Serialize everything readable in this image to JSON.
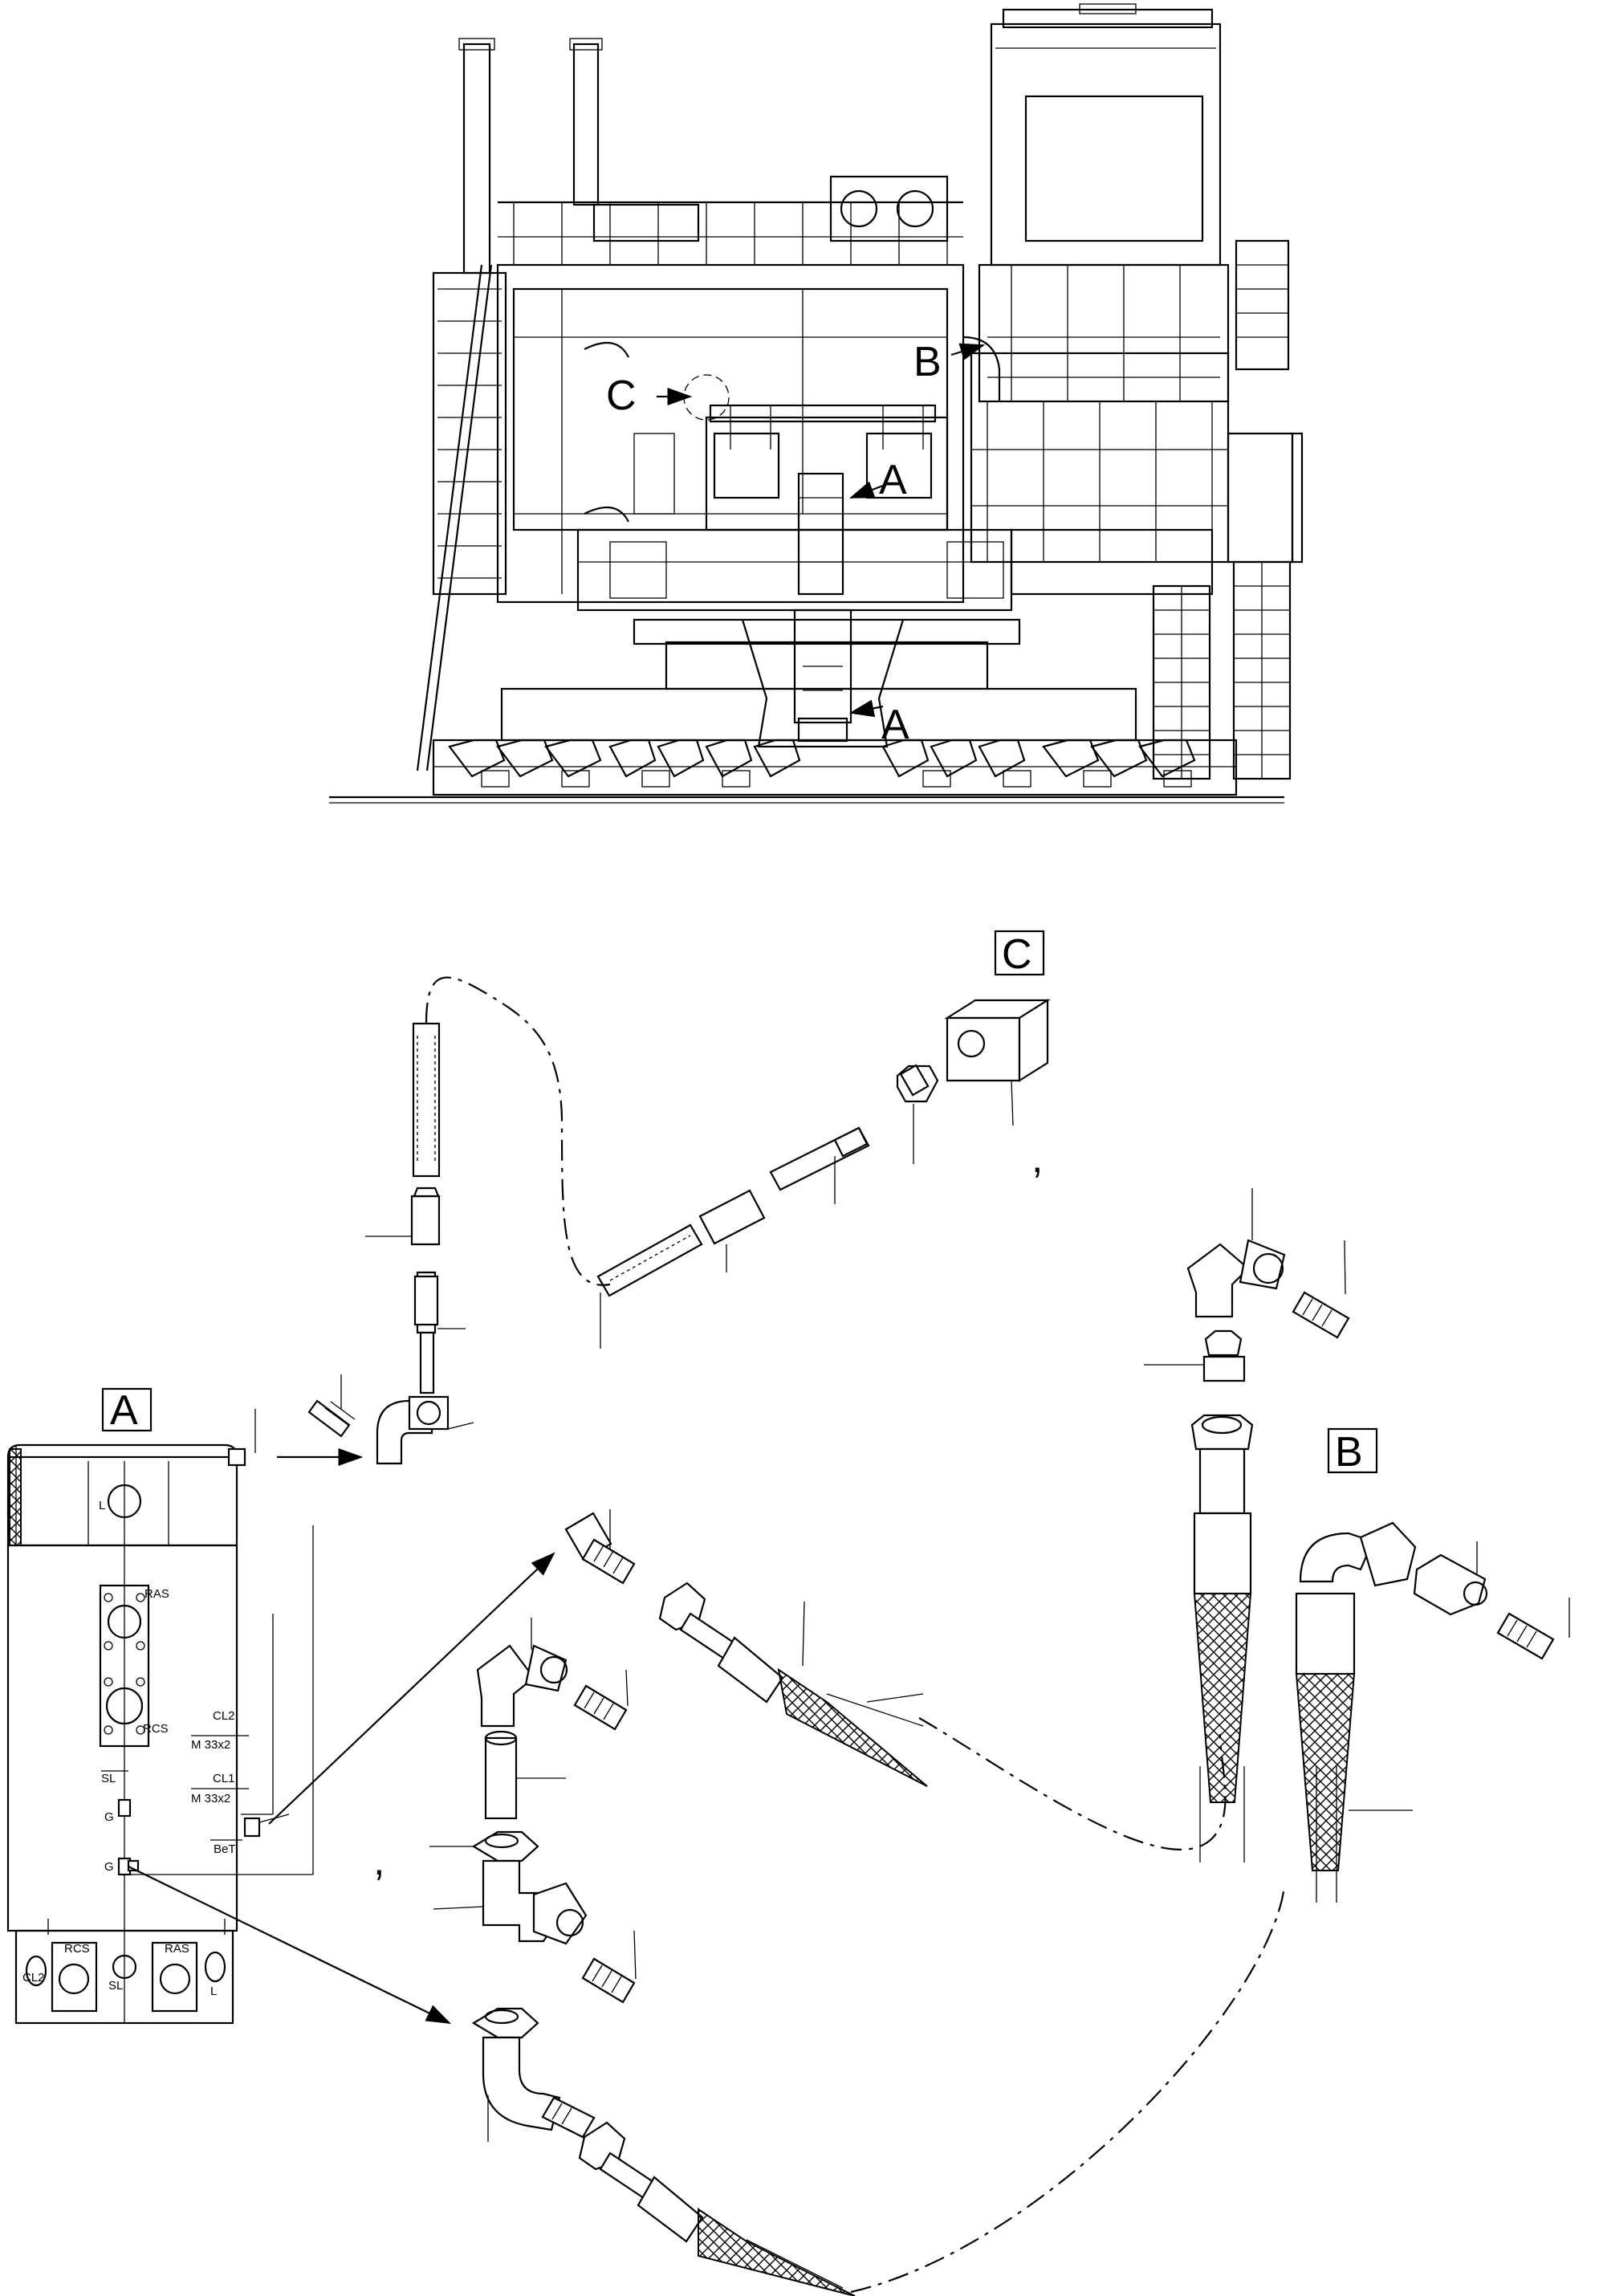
{
  "callouts": {
    "overview_a_upper": "A",
    "overview_a_lower": "A",
    "overview_b": "B",
    "overview_c": "C"
  },
  "details": {
    "a_title": "A",
    "b_title": "B",
    "c_title": "C"
  },
  "tank_labels": {
    "l_top": "L",
    "ras": "RAS",
    "rcs": "RCS",
    "cl2": "CL2",
    "cl2_size": "M 33x2",
    "cl1": "CL1",
    "cl1_size": "M 33x2",
    "sl": "SL",
    "g1": "G",
    "g2": "G",
    "bet": "BeT",
    "bottom_rcs": "RCS",
    "bottom_ras": "RAS",
    "bottom_cl2": "CL2",
    "bottom_sl": "SL",
    "bottom_l": "L"
  },
  "marks": {
    "comma_c": ",",
    "comma_tee": ","
  }
}
